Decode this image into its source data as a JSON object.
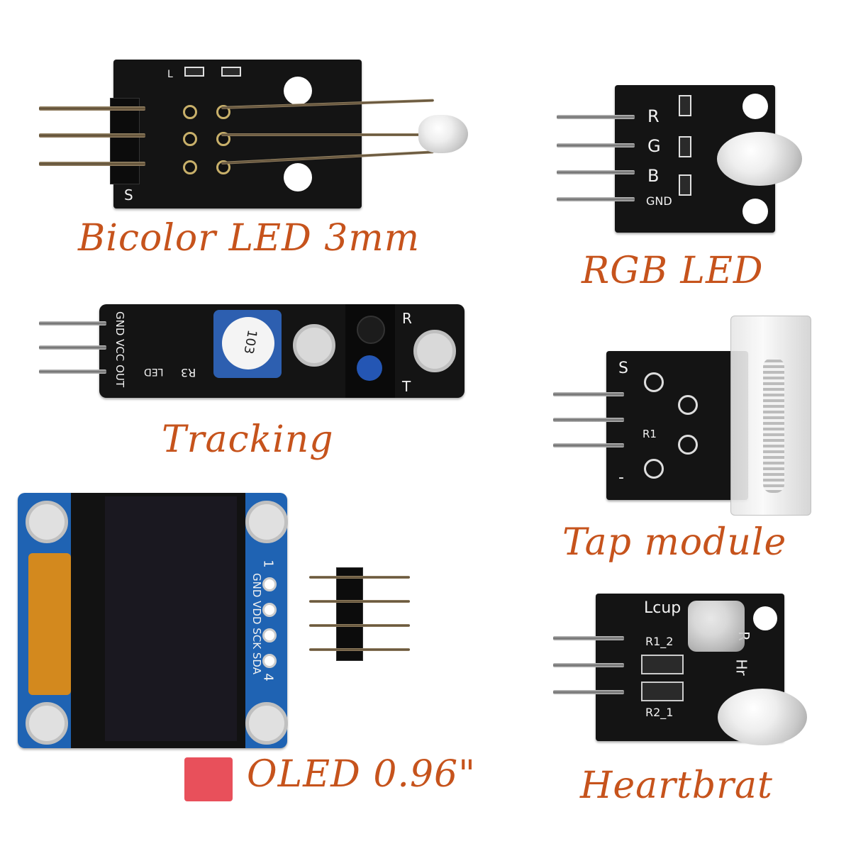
{
  "labels": {
    "bicolor": "Bicolor LED 3mm",
    "rgb": "RGB LED",
    "tracking": "Tracking",
    "tap": "Tap module",
    "oled": "OLED 0.96\"",
    "heartbeat": "Heartbrat"
  },
  "silkscreen": {
    "bicolor_s": "S",
    "bicolor_l": "L",
    "rgb_r": "R",
    "rgb_g": "G",
    "rgb_b": "B",
    "rgb_gnd": "GND",
    "track_pins": "GND VCC OUT",
    "track_led": "LED",
    "track_r3": "R3",
    "track_r": "R",
    "track_t": "T",
    "track_pot": "103",
    "tap_s": "S",
    "tap_r1": "R1",
    "tap_minus": "-",
    "oled_pins": "GND VDD SCK SDA",
    "oled_1": "1",
    "oled_4": "4",
    "heart_lcup": "Lcup",
    "heart_r1": "R1_2",
    "heart_r2": "R2_1",
    "heart_r": "R",
    "heart_hr": "Hr"
  },
  "colors": {
    "label_text": "#c6531c",
    "pcb_black": "#141414",
    "pcb_blue": "#1f63b3",
    "marker_red": "#e8505b"
  }
}
